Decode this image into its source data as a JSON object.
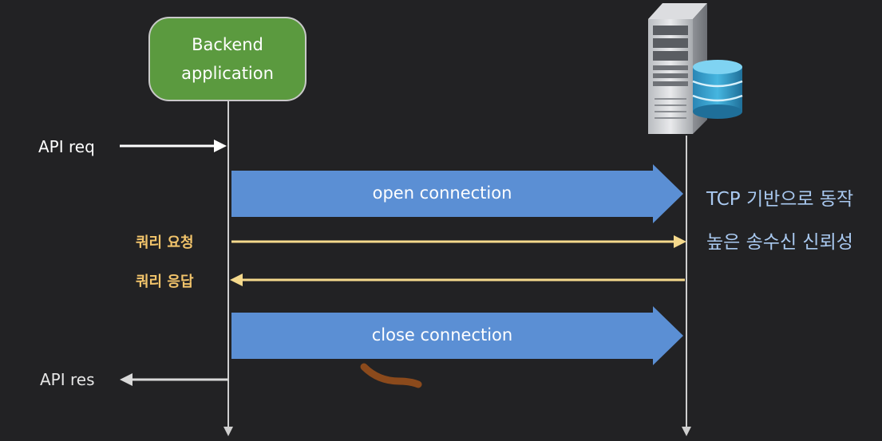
{
  "backend": {
    "label": "Backend\napplication"
  },
  "labels": {
    "api_req": "API req",
    "api_res": "API res",
    "query_request": "쿼리 요청",
    "query_response": "쿼리 응답",
    "open_connection": "open connection",
    "close_connection": "close connection",
    "note_line1": "TCP 기반으로 동작",
    "note_line2": "높은 송수신 신뢰성"
  },
  "icons": {
    "server": "server-tower-icon",
    "database": "database-icon"
  },
  "colors": {
    "background": "#222224",
    "backend_fill": "#5b9a3f",
    "connection_band": "#5b8fd4",
    "query_arrow": "#f5d98c",
    "note_text": "#a9c9f0",
    "annotation_stroke": "#8b4a1c"
  }
}
